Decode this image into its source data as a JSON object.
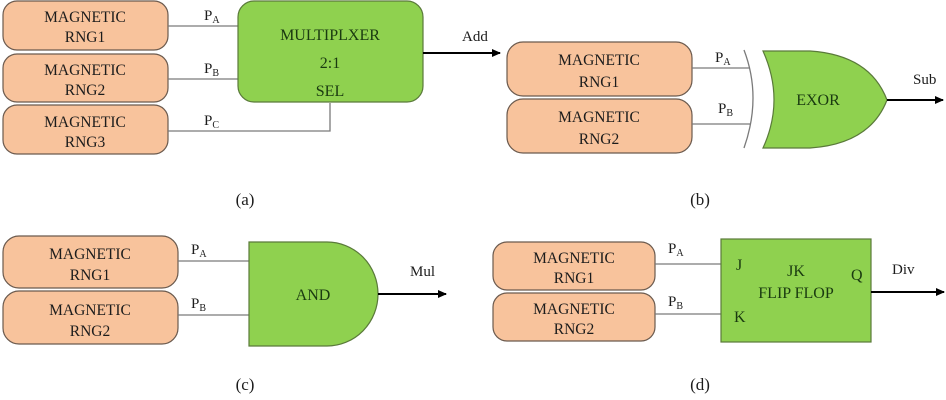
{
  "colors": {
    "rng_fill": "#f8c39c",
    "gate_fill": "#8fd14f",
    "wire": "#7a7a7a",
    "output": "#000000"
  },
  "panels": {
    "a": {
      "caption": "(a)",
      "rngs": [
        {
          "line1": "MAGNETIC",
          "line2": "RNG1"
        },
        {
          "line1": "MAGNETIC",
          "line2": "RNG2"
        },
        {
          "line1": "MAGNETIC",
          "line2": "RNG3"
        }
      ],
      "signals": [
        {
          "p": "P",
          "sub": "A"
        },
        {
          "p": "P",
          "sub": "B"
        },
        {
          "p": "P",
          "sub": "C"
        }
      ],
      "block": {
        "line1": "MULTIPLXER",
        "line2": "2:1",
        "line3": "SEL"
      },
      "output": "Add"
    },
    "b": {
      "caption": "(b)",
      "rngs": [
        {
          "line1": "MAGNETIC",
          "line2": "RNG1"
        },
        {
          "line1": "MAGNETIC",
          "line2": "RNG2"
        }
      ],
      "signals": [
        {
          "p": "P",
          "sub": "A"
        },
        {
          "p": "P",
          "sub": "B"
        }
      ],
      "block": {
        "line1": "EXOR"
      },
      "output": "Sub"
    },
    "c": {
      "caption": "(c)",
      "rngs": [
        {
          "line1": "MAGNETIC",
          "line2": "RNG1"
        },
        {
          "line1": "MAGNETIC",
          "line2": "RNG2"
        }
      ],
      "signals": [
        {
          "p": "P",
          "sub": "A"
        },
        {
          "p": "P",
          "sub": "B"
        }
      ],
      "block": {
        "line1": "AND"
      },
      "output": "Mul"
    },
    "d": {
      "caption": "(d)",
      "rngs": [
        {
          "line1": "MAGNETIC",
          "line2": "RNG1"
        },
        {
          "line1": "MAGNETIC",
          "line2": "RNG2"
        }
      ],
      "signals": [
        {
          "p": "P",
          "sub": "A"
        },
        {
          "p": "P",
          "sub": "B"
        }
      ],
      "block": {
        "line1": "JK",
        "line2": "FLIP FLOP",
        "pin_j": "J",
        "pin_k": "K",
        "pin_q": "Q"
      },
      "output": "Div"
    }
  }
}
